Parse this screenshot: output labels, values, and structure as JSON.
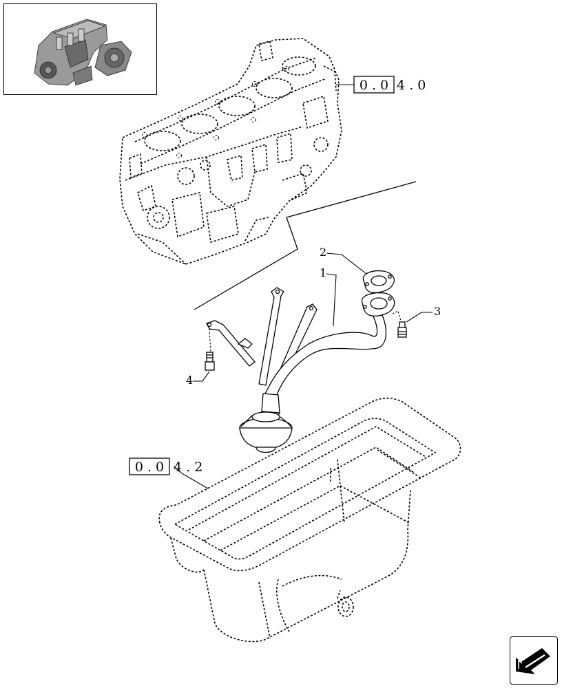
{
  "references": {
    "engine_block": {
      "boxed": "0 . 0",
      "suffix": "4 . 0"
    },
    "oil_sump": {
      "boxed": "0 . 0",
      "suffix": "4 . 2"
    }
  },
  "callouts": {
    "pipe": "1",
    "gasket": "2",
    "screw_right": "3",
    "screw_left": "4"
  }
}
